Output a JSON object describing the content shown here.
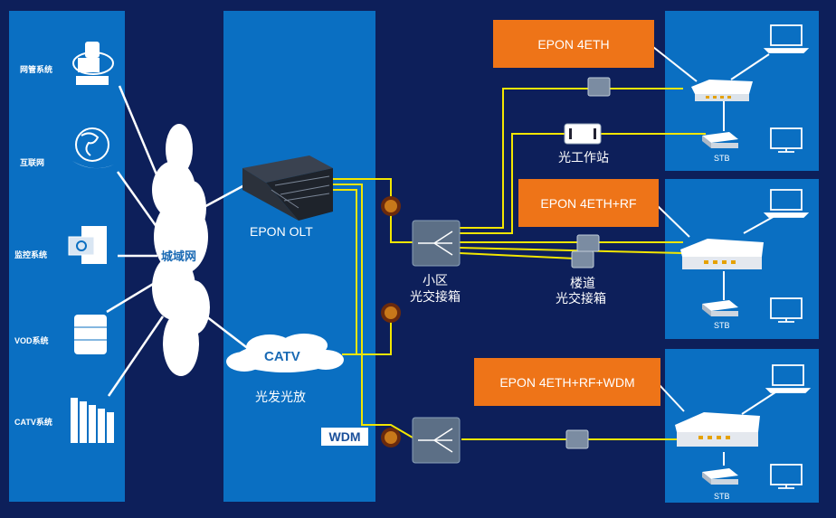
{
  "left_systems": {
    "nms": "网管系统",
    "internet": "互联网",
    "monitor": "监控系统",
    "vod": "VOD系统",
    "catv": "CATV系统"
  },
  "cloud_label": "城域网",
  "olt_label": "EPON OLT",
  "catv_label": "CATV",
  "catv_sub": "光发光放",
  "wdm_label": "WDM",
  "splitter_box": [
    "小区",
    "光交接箱"
  ],
  "floor_box": [
    "楼道",
    "光交接箱"
  ],
  "workstation_label": "光工作站",
  "onu_boxes": {
    "a": "EPON 4ETH",
    "b": "EPON 4ETH+RF",
    "c": "EPON 4ETH+RF+WDM"
  },
  "stb_label": "STB",
  "colors": {
    "background": "#0d1f5a",
    "panel": "#0a6fc2",
    "fiber": "#f2e600",
    "accent": "#ee7418"
  }
}
